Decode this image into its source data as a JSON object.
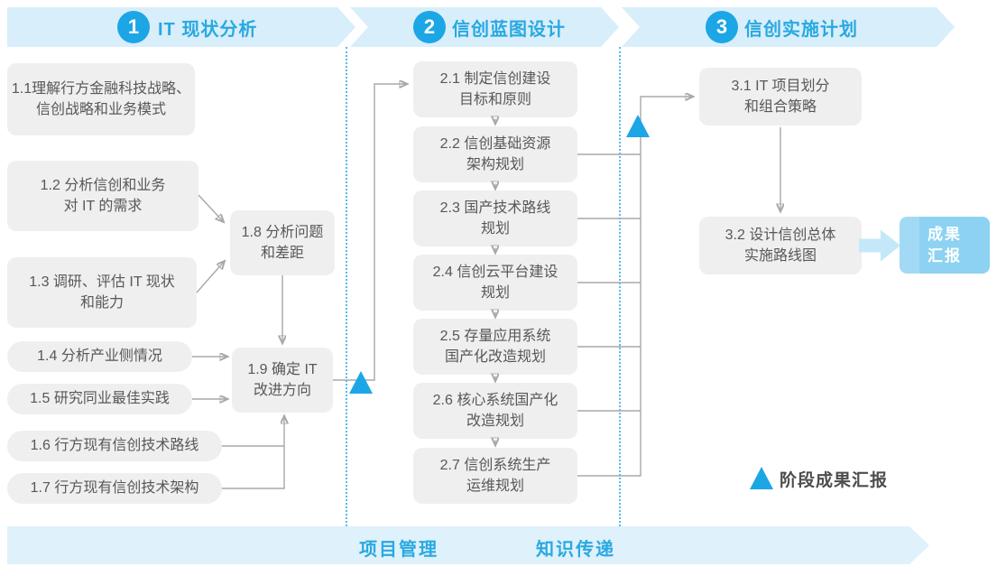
{
  "colors": {
    "accent_blue": "#1CA6E6",
    "banner_bg": "#D8EEFA",
    "banner_text": "#29A9E1",
    "box_bg": "#EFEFEF",
    "box_text": "#595757",
    "connector_gray": "#A8A8A8",
    "result_box_bg": "#8DD2F2",
    "result_arrow_bg": "#C5E8F9",
    "legend_text": "#4D4D4D"
  },
  "phases": [
    {
      "number": "1",
      "title": "IT 现状分析"
    },
    {
      "number": "2",
      "title": "信创蓝图设计"
    },
    {
      "number": "3",
      "title": "信创实施计划"
    }
  ],
  "steps": {
    "s11": "1.1理解行方金融科技战略、\n信创战略和业务模式",
    "s12": "1.2 分析信创和业务\n对 IT 的需求",
    "s13": "1.3 调研、评估 IT 现状\n和能力",
    "s14": "1.4 分析产业侧情况",
    "s15": "1.5 研究同业最佳实践",
    "s16": "1.6 行方现有信创技术路线",
    "s17": "1.7 行方现有信创技术架构",
    "s18": "1.8 分析问题\n和差距",
    "s19": "1.9 确定 IT\n改进方向",
    "s21": "2.1 制定信创建设\n目标和原则",
    "s22": "2.2 信创基础资源\n架构规划",
    "s23": "2.3 国产技术路线\n规划",
    "s24": "2.4 信创云平台建设\n规划",
    "s25": "2.5 存量应用系统\n国产化改造规划",
    "s26": "2.6 核心系统国产化\n改造规划",
    "s27": "2.7 信创系统生产\n运维规划",
    "s31": "3.1 IT 项目划分\n和组合策略",
    "s32": "3.2 设计信创总体\n实施路线图"
  },
  "result_box": {
    "label": "成果\n汇报"
  },
  "legend": {
    "label": "阶段成果汇报"
  },
  "footer": {
    "left_label": "项目管理",
    "right_label": "知识传递"
  }
}
